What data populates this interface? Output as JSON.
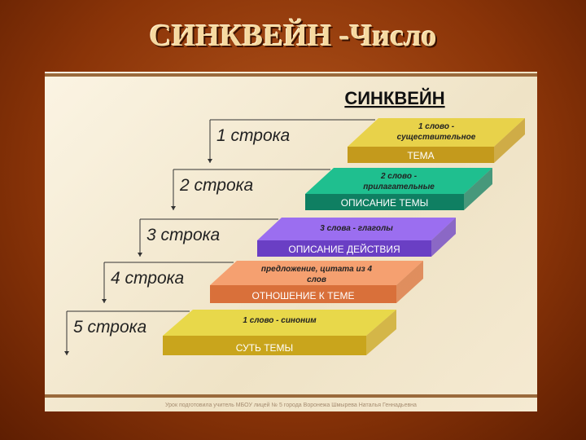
{
  "title": "СИНКВЕЙН  -Число",
  "diagram": {
    "heading": "СИНКВЕЙН",
    "rows": [
      {
        "label": "1 строка",
        "top": "1 слово -",
        "top2": "существительное",
        "front": "ТЕМА",
        "color_top": "#e8d24a",
        "color_front": "#c49a1c"
      },
      {
        "label": "2 строка",
        "top": "2 слово -",
        "top2": "прилагательные",
        "front": "ОПИСАНИЕ ТЕМЫ",
        "color_top": "#1fbf8f",
        "color_front": "#0f7f62"
      },
      {
        "label": "3 строка",
        "top": "3 слова - глаголы",
        "top2": "",
        "front": "ОПИСАНИЕ ДЕЙСТВИЯ",
        "color_top": "#9b6ef0",
        "color_front": "#6a3fc4"
      },
      {
        "label": "4 строка",
        "top": "предложение, цитата из 4",
        "top2": "слов",
        "front": "ОТНОШЕНИЕ К ТЕМЕ",
        "color_top": "#f5a070",
        "color_front": "#d9703a"
      },
      {
        "label": "5 строка",
        "top": "1 слово - синоним",
        "top2": "",
        "front": "СУТЬ ТЕМЫ",
        "color_top": "#e8d84a",
        "color_front": "#c9a51c"
      }
    ]
  },
  "footer": "Урок подготовила учитель МБОУ лицей № 5 города Воронежа Шмырева Наталья Геннадьевна"
}
